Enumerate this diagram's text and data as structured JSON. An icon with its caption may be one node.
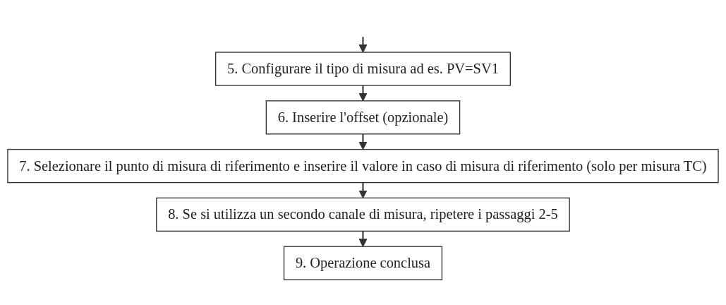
{
  "diagram": {
    "nodes": [
      {
        "text": [
          "5. Configurare il tipo di misura ad es. PV=SV1"
        ]
      },
      {
        "text": [
          "6. Inserire l'offset (opzionale)"
        ]
      },
      {
        "text": [
          "7. Selezionare il punto di misura di riferimento e inserire il valore in caso di misura di riferimento (solo per misura TC)"
        ]
      },
      {
        "text": [
          "8. Se si utilizza un secondo canale di misura, ripetere i passaggi 2-5"
        ]
      },
      {
        "text": [
          "9. Operazione conclusa"
        ]
      }
    ],
    "edges": [
      {
        "from": null,
        "to": 0,
        "arrow": "to"
      },
      {
        "from": 0,
        "to": 1,
        "arrow": "to"
      },
      {
        "from": 1,
        "to": 2,
        "arrow": "to"
      },
      {
        "from": 2,
        "to": 3,
        "arrow": "to"
      },
      {
        "from": 3,
        "to": 4,
        "arrow": "to"
      }
    ]
  }
}
